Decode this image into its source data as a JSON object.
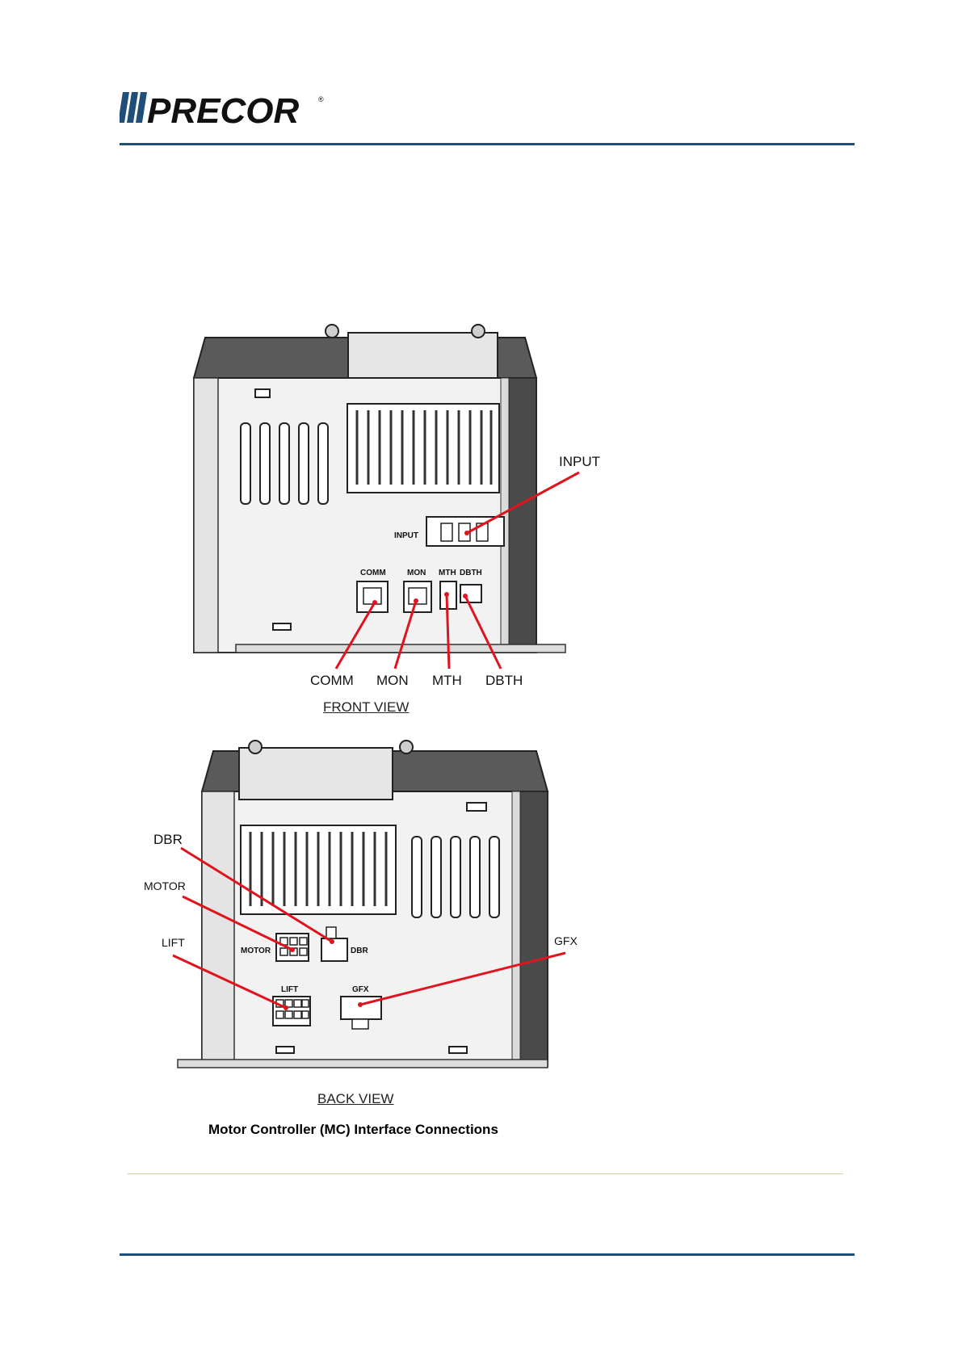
{
  "header": {
    "logo_text": "PRECOR",
    "accent_color": "#1f4e79"
  },
  "figure": {
    "front": {
      "view_label": "FRONT VIEW",
      "panel_labels": {
        "input": "INPUT",
        "comm": "COMM",
        "mon": "MON",
        "mth": "MTH",
        "dbth": "DBTH"
      },
      "callouts": {
        "input": "INPUT",
        "comm": "COMM",
        "mon": "MON",
        "mth": "MTH",
        "dbth": "DBTH"
      }
    },
    "back": {
      "view_label": "BACK VIEW",
      "panel_labels": {
        "motor": "MOTOR",
        "dbr": "DBR",
        "lift": "LIFT",
        "gfx": "GFX"
      },
      "callouts": {
        "dbr": "DBR",
        "motor": "MOTOR",
        "lift": "LIFT",
        "gfx": "GFX"
      }
    },
    "caption": "Motor Controller (MC) Interface Connections",
    "callout_line_color": "#e0141e"
  }
}
